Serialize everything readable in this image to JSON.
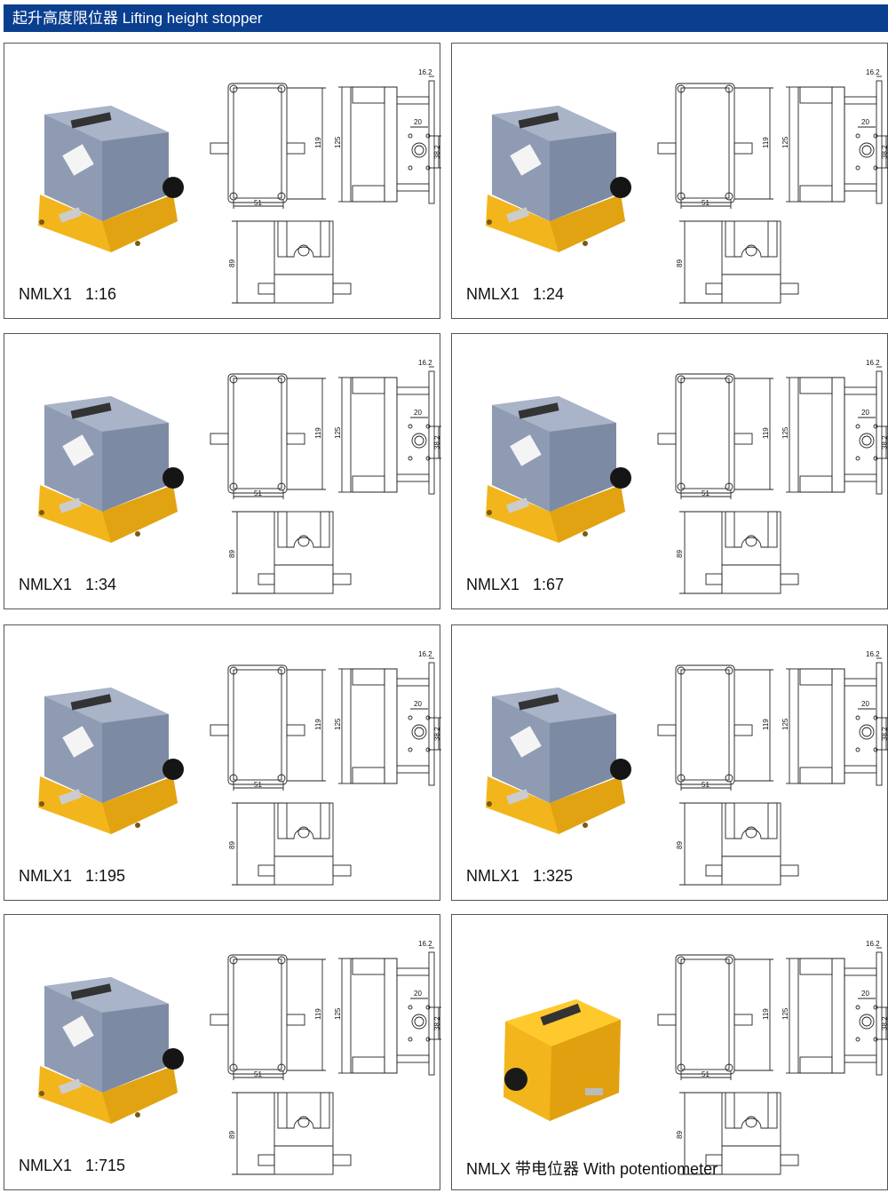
{
  "header": {
    "title": "起升高度限位器 Lifting height stopper"
  },
  "drawing_dims": {
    "d162": "16.2",
    "d20": "20",
    "d382": "38.2",
    "d119": "119",
    "d125": "125",
    "d51": "51",
    "d89": "89"
  },
  "products": [
    {
      "label": "NMLX1   1:16",
      "photo": "gray-yellow"
    },
    {
      "label": "NMLX1   1:24",
      "photo": "gray-yellow"
    },
    {
      "label": "NMLX1   1:34",
      "photo": "gray-yellow"
    },
    {
      "label": "NMLX1   1:67",
      "photo": "gray-yellow"
    },
    {
      "label": "NMLX1   1:195",
      "photo": "gray-yellow"
    },
    {
      "label": "NMLX1   1:325",
      "photo": "gray-yellow"
    },
    {
      "label": "NMLX1   1:715",
      "photo": "gray-yellow"
    },
    {
      "label": "NMLX 带电位器 With potentiometer",
      "photo": "yellow"
    }
  ],
  "colors": {
    "header": "#0a3f8f",
    "housing_gray": "#8e9bb3",
    "housing_yellow": "#f3b51c"
  }
}
